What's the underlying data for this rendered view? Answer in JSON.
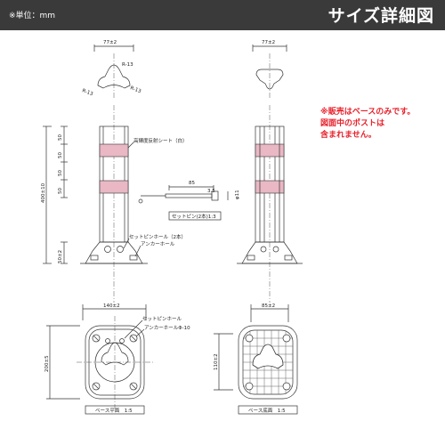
{
  "header": {
    "unit_label": "※単位：mm",
    "title": "サイズ詳細図"
  },
  "note": "※販売はベースのみです。\n図面中のポストは\n含まれません。",
  "front_view": {
    "top_width_dim": "77±2",
    "radius_labels": [
      "R-13",
      "R-13",
      "R-13"
    ],
    "height_dim": "400±10",
    "section_dims": [
      "50",
      "50",
      "50",
      "50"
    ],
    "base_height_dim": "50±2",
    "reflective_sheet_label": "高輝度反射シート（白）",
    "set_pin_hole_label": "セットピンホール（2本）",
    "anchor_hole_label": "アンカーホール"
  },
  "side_view": {
    "top_width_dim": "77±2"
  },
  "set_pin": {
    "length_dim": "85",
    "head_dim": "3.5",
    "dia_dim": "φ11",
    "caption": "セットピン(2本)1:3"
  },
  "base_plan": {
    "width_dim": "140±2",
    "height_dim": "200±5",
    "set_pin_hole_label": "セットピンホール",
    "anchor_hole_label": "アンカーホールΦ-10",
    "caption": "ベース平面　1:5"
  },
  "base_bottom": {
    "width_dim": "85±2",
    "height_dim": "110±2",
    "caption": "ベース底面　1:5"
  },
  "colors": {
    "header_bg": "#3a3a3a",
    "note_red": "#e8202a",
    "band_pink": "#e9b8c4"
  }
}
